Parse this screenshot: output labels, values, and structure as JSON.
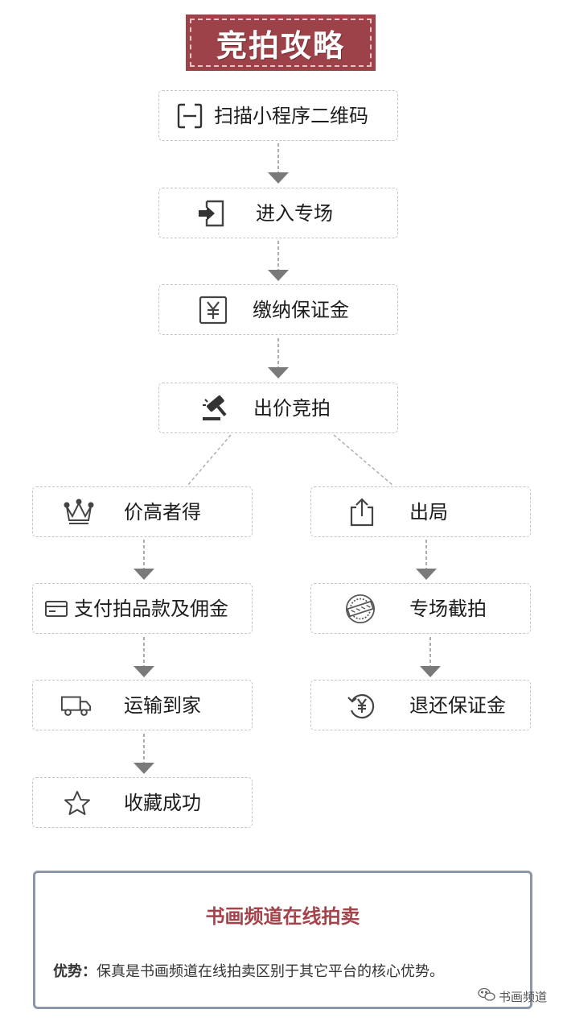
{
  "title": "竞拍攻略",
  "steps": {
    "scan": "扫描小程序二维码",
    "enter": "进入专场",
    "deposit": "缴纳保证金",
    "bid": "出价竞拍",
    "win": "价高者得",
    "pay": "支付拍品款及佣金",
    "ship": "运输到家",
    "done": "收藏成功",
    "out": "出局",
    "end": "专场截拍",
    "refund": "退还保证金"
  },
  "panel": {
    "title": "书画频道在线拍卖",
    "advantage_label": "优势：",
    "advantage_text": "保真是书画频道在线拍卖区别于其它平台的核心优势。"
  },
  "watermark": "书画频道",
  "icons": [
    "scan-icon",
    "enter-icon",
    "yen-icon",
    "gavel-icon",
    "crown-icon",
    "card-icon",
    "truck-icon",
    "star-icon",
    "share-icon",
    "stamp-icon",
    "refund-icon",
    "wechat-icon"
  ],
  "colors": {
    "banner": "#9c4248",
    "panel_title": "#a3434a",
    "arrow": "#7a7a7a",
    "box_border": "#c4c4c4",
    "panel_border": "#8b97a8"
  }
}
